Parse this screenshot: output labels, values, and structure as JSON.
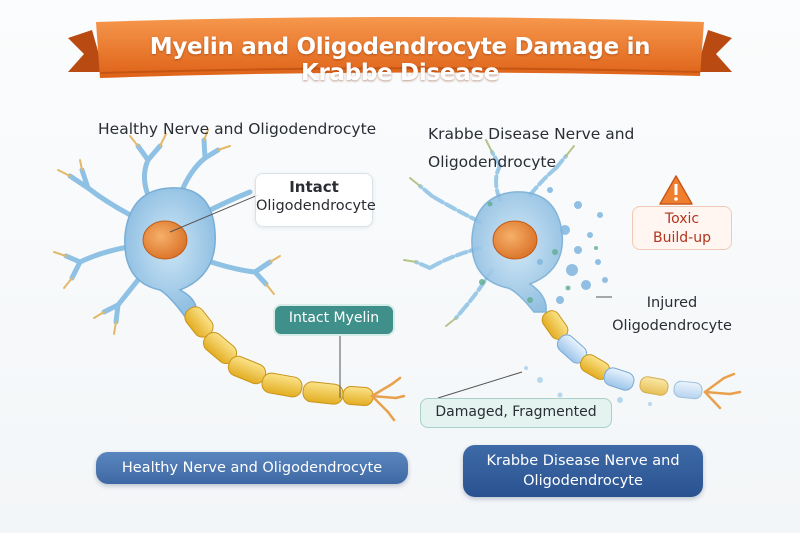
{
  "title": "Myelin and Oligodendrocyte Damage in Krabbe Disease",
  "left_panel": {
    "heading": "Healthy Nerve and Oligodendrocyte",
    "callout_cell_line1": "Intact",
    "callout_cell_line2": "Oligodendrocyte",
    "callout_myelin": "Intact Myelin",
    "footer_label": "Healthy Nerve and Oligodendrocyte"
  },
  "right_panel": {
    "heading": "Krabbe Disease Nerve and Oligodendrocyte",
    "callout_toxic_line1": "Toxic",
    "callout_toxic_line2": "Build-up",
    "callout_injured_line1": "Injured",
    "callout_injured_line2": "Oligodendrocyte",
    "callout_damaged": "Damaged, Fragmented",
    "footer_line1": "Krabbe Disease Nerve and",
    "footer_line2": "Oligodendrocyte"
  },
  "icons": {
    "warning": "warning-triangle-icon"
  },
  "colors": {
    "banner": "#e8752a",
    "cell_body": "#9cc9e8",
    "nucleus": "#e98a3c",
    "myelin": "#f2c542",
    "teal_callout": "#3f8f8a",
    "toxic_text": "#b3341d",
    "footer_pill": "#3e68a3"
  }
}
